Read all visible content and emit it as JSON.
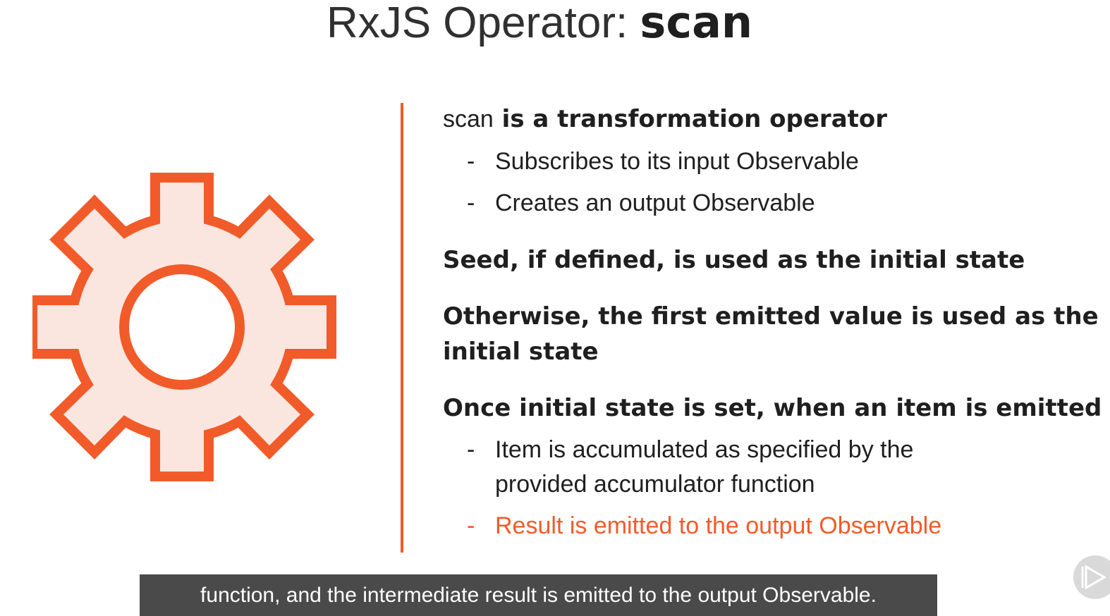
{
  "slide": {
    "title_light": "RxJS Operator: ",
    "title_bold": "scan",
    "accent_color": "#f15b2a",
    "gear_fill": "#fbe6df",
    "lines": {
      "l1_code": "scan",
      "l1_rest": " is a transformation operator",
      "sub1": "Subscribes to its input Observable",
      "sub2": "Creates an output Observable",
      "l2": "Seed, if defined, is used as the initial state",
      "l3a": "Otherwise, the first emitted value is used as the",
      "l3b": "initial state",
      "l4": "Once initial state is set, when an item is emitted",
      "sub3a": "Item is accumulated as specified by the",
      "sub3b": "provided accumulator function",
      "sub4": "Result is emitted to the output Observable"
    },
    "dash": "-"
  },
  "caption": {
    "text": "function, and the intermediate result is emitted to the output Observable."
  },
  "icons": {
    "main": "gear-icon",
    "player": "play-icon"
  }
}
